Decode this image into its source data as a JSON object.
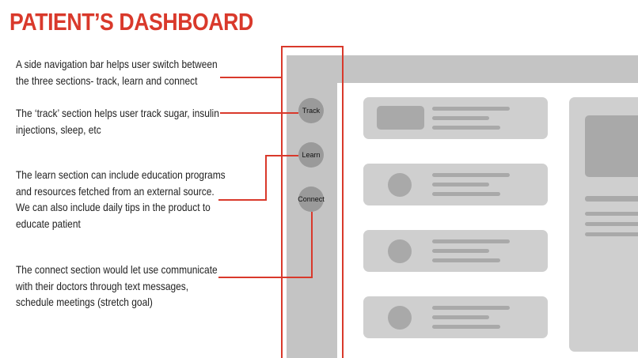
{
  "title": "PATIENT’S DASHBOARD",
  "colors": {
    "accent": "#d9392b",
    "mock_gray": "#c4c4c4",
    "card_gray": "#cfcfcf",
    "element_gray": "#a9a9a9",
    "nav_button": "#9a9a9a"
  },
  "annotations": [
    {
      "lines": [
        "A side navigation bar helps user switch between",
        "the three sections- track, learn and connect"
      ]
    },
    {
      "lines": [
        "The ‘track’ section helps user track sugar, insulin",
        "injections, sleep, etc"
      ]
    },
    {
      "lines": [
        "The learn section can include education programs",
        "and resources fetched from an external source.",
        "We can also include daily tips in the product to",
        "educate patient"
      ]
    },
    {
      "lines": [
        "The connect section would let use communicate",
        "with their doctors through text messages,",
        "schedule meetings (stretch goal)"
      ]
    }
  ],
  "nav": {
    "track": "Track",
    "learn": "Learn",
    "connect": "Connect"
  }
}
